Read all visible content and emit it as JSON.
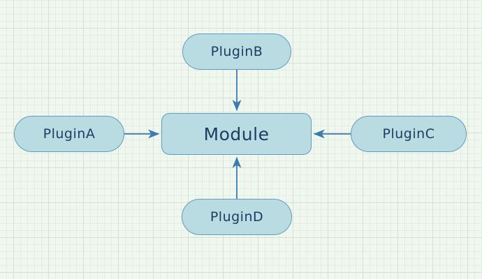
{
  "diagram": {
    "nodes": {
      "module": {
        "label": "Module",
        "shape": "rounded-rectangle"
      },
      "pluginA": {
        "label": "PluginA",
        "shape": "stadium"
      },
      "pluginB": {
        "label": "PluginB",
        "shape": "stadium"
      },
      "pluginC": {
        "label": "PluginC",
        "shape": "stadium"
      },
      "pluginD": {
        "label": "PluginD",
        "shape": "stadium"
      }
    },
    "edges": [
      {
        "from": "PluginA",
        "to": "Module",
        "direction": "right",
        "arrowhead": "stealth"
      },
      {
        "from": "PluginB",
        "to": "Module",
        "direction": "down",
        "arrowhead": "stealth"
      },
      {
        "from": "PluginC",
        "to": "Module",
        "direction": "left",
        "arrowhead": "stealth"
      },
      {
        "from": "PluginD",
        "to": "Module",
        "direction": "up",
        "arrowhead": "stealth"
      }
    ],
    "colors": {
      "background": "#f0f7ef",
      "grid_minor": "#e2eee2",
      "grid_major": "#d5dfd6",
      "node_fill": "#b8dce1",
      "node_border": "#639ac4",
      "node_text": "#1e3c64",
      "arrow": "#3d7ab2"
    }
  }
}
